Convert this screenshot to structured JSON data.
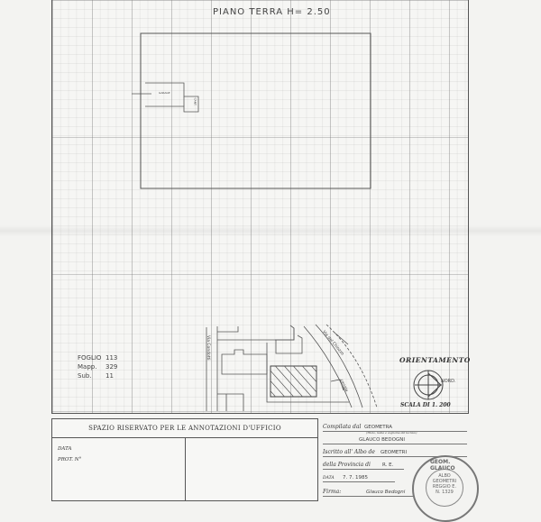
{
  "plan": {
    "title": "PIANO TERRA  H= 2.50",
    "room_label": "GARAGE",
    "small_room_label": "CANT."
  },
  "site": {
    "street_west": "Via Condotti",
    "street_east": "Via del Chiozzo",
    "canal_label": "canale",
    "orientation_label": "ORIENTAMENTO",
    "north_label": "NORD.",
    "scale_label": "SCALA DI 1. 200"
  },
  "catasto": {
    "rows": [
      {
        "label": "FOGLIO",
        "value": "113"
      },
      {
        "label": "Mapp.",
        "value": "329"
      },
      {
        "label": "Sub.",
        "value": "11"
      }
    ]
  },
  "office": {
    "header": "SPAZIO RISERVATO PER LE ANNOTAZIONI D'UFFICIO",
    "data_label": "DATA",
    "prot_label": "PROT. N°"
  },
  "compilata": {
    "compilata_label": "Compilata dal",
    "title_value": "GEOMETRA",
    "hint": "(Titolo, nome e cognome del tecnico)",
    "name_value": "GLAUCO BEDOGNI",
    "iscritto_label": "Iscritto all' Albo de",
    "albo_value": "GEOMETRI",
    "provincia_label": "della Provincia di",
    "provincia_value": "R. E.",
    "data_label": "DATA",
    "data_value": "7. 7. 1985",
    "firma_label": "Firma:",
    "firma_value": "Glauco Bedogni"
  },
  "stamp": {
    "ring_text": "GEOM. GLAUCO",
    "center_lines": [
      "ALBO",
      "GEOMETRI",
      "REGGIO E.",
      "N. 1329"
    ]
  }
}
